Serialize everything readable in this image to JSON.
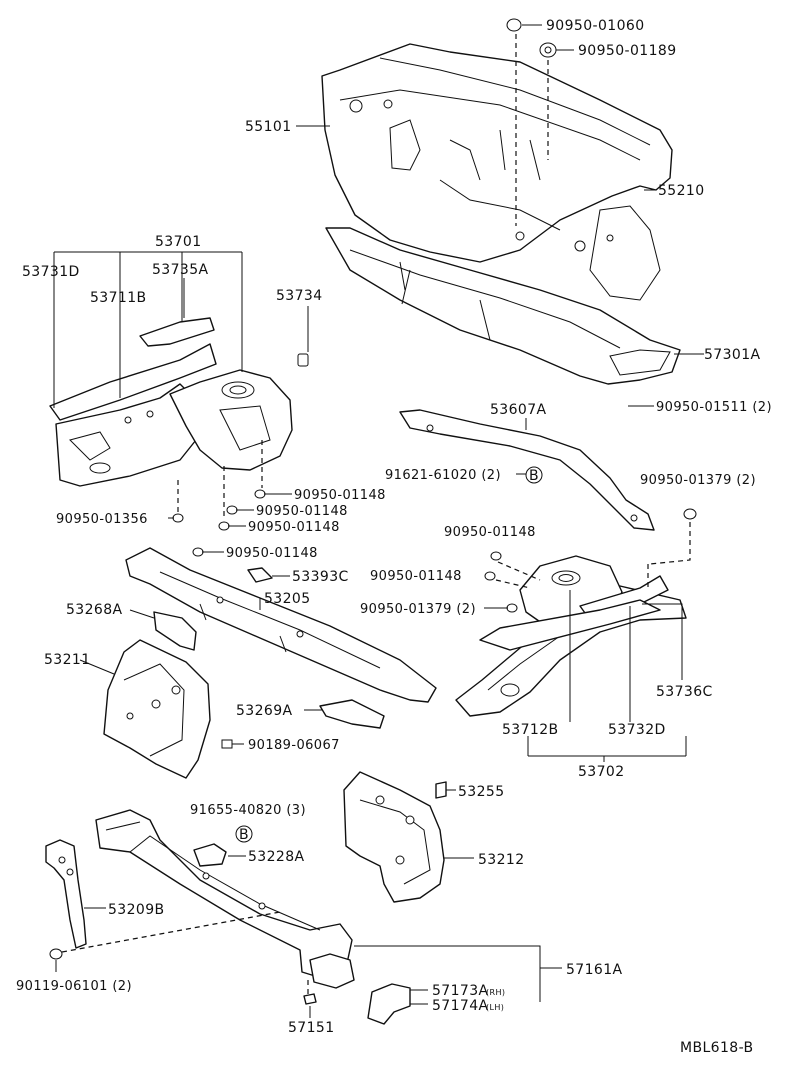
{
  "code": "MBL618-B",
  "labels": {
    "p90950_01060": "90950-01060",
    "p90950_01189": "90950-01189",
    "p55101": "55101",
    "p55210": "55210",
    "p53701": "53701",
    "p53731D": "53731D",
    "p53735A": "53735A",
    "p53711B": "53711B",
    "p53734": "53734",
    "p57301A": "57301A",
    "p90950_01511": "90950-01511  (2)",
    "p53607A": "53607A",
    "p91621_61020": "91621-61020  (2)",
    "p90950_01379a": "90950-01379  (2)",
    "p90950_01148a": "90950-01148",
    "p90950_01148b": "90950-01148",
    "p90950_01148c": "90950-01148",
    "p90950_01356": "90950-01356",
    "p90950_01148d": "90950-01148",
    "p90950_01148e": "90950-01148",
    "p90950_01148f": "90950-01148",
    "p53393C": "53393C",
    "p53205": "53205",
    "p90950_01379b": "90950-01379  (2)",
    "p53268A": "53268A",
    "p53211": "53211",
    "p53736C": "53736C",
    "p53269A": "53269A",
    "p90189_06067": "90189-06067",
    "p53712B": "53712B",
    "p53732D": "53732D",
    "p53702": "53702",
    "p53255": "53255",
    "p91655_40820": "91655-40820  (3)",
    "p53228A": "53228A",
    "p53212": "53212",
    "p53209B": "53209B",
    "p57161A": "57161A",
    "p57173A": "57173A",
    "p57173A_sub": "(RH)",
    "p57174A": "57174A",
    "p57174A_sub": "(LH)",
    "p90119_06101": "90119-06101  (2)",
    "p57151": "57151",
    "markB1": "B",
    "markB2": "B"
  }
}
